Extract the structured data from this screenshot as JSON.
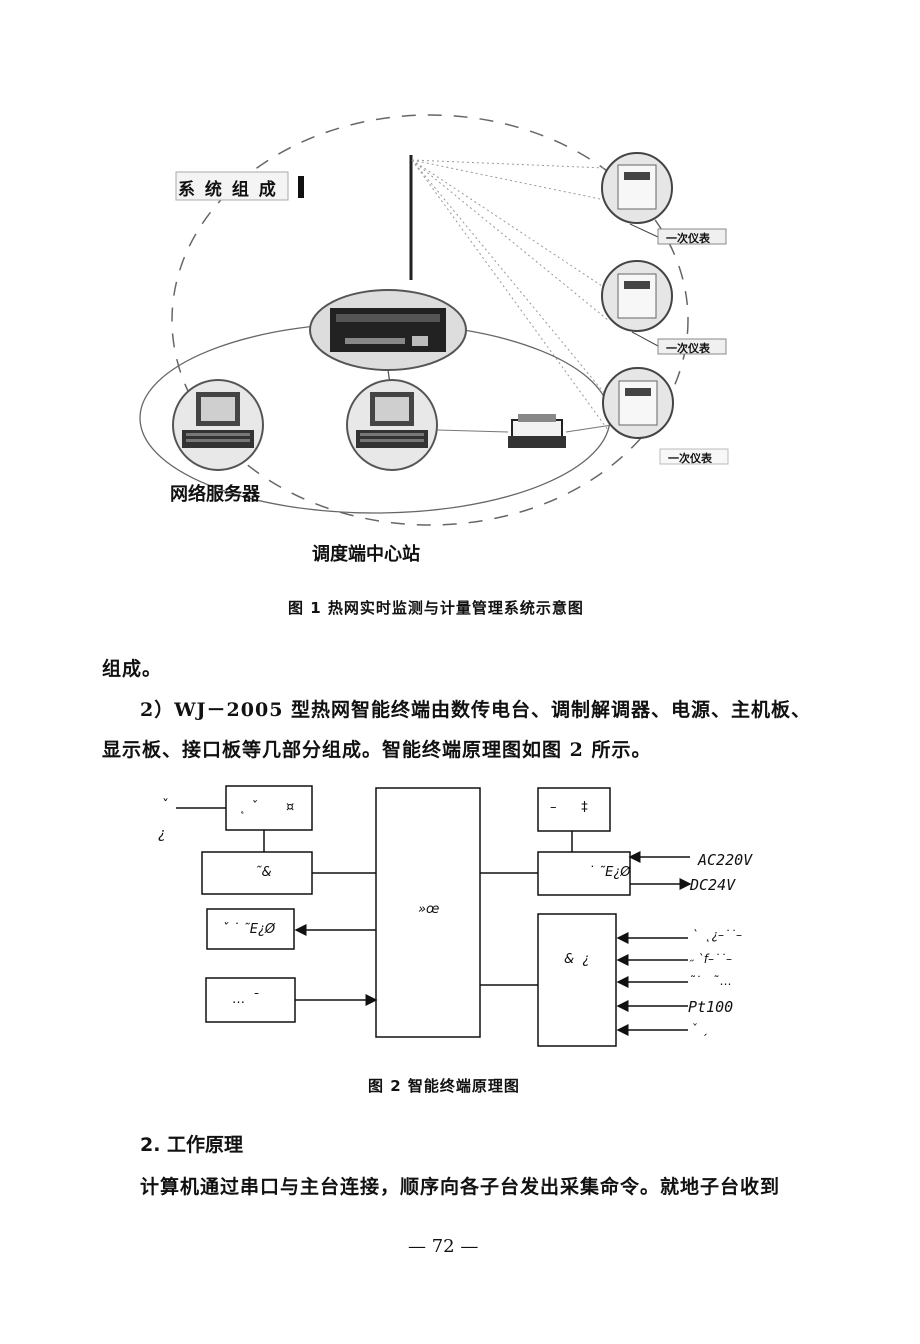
{
  "figure1": {
    "title_box": "系 统 组 成",
    "meter_label": "一次仪表",
    "server_label": "网络服务器",
    "center_label": "调度端中心站",
    "caption": "图 1   热网实时监测与计量管理系统示意图"
  },
  "text": {
    "line1": "组成。",
    "line2": "2）WJ－2005 型热网智能终端由数传电台、调制解调器、电源、主机板、",
    "line3": "显示板、接口板等几部分组成。智能终端原理图如图 2 所示。"
  },
  "figure2": {
    "glyphs": {
      "g_left1": "ˇ",
      "g_left2": "¿",
      "box1": "˛ ˇ       ¤",
      "box2": "˜&",
      "box3": "ˇ ˙ ˜E¿Ø",
      "box4": "…  ˉ",
      "cpu": "»œ",
      "right_top": "–      ‡",
      "power": "˙ ˜E¿Ø",
      "io": "&  ¿"
    },
    "inputs": {
      "ac": "AC220V",
      "dc": "DC24V",
      "in1": "ˋ  ˛¿–˙˙–",
      "in2": "˶ ˋf–˙˙–",
      "in3": "˜˙   ˜…",
      "pt": "Pt100",
      "in5": "ˇ ˏ"
    },
    "caption": "图 2   智能终端原理图"
  },
  "section": {
    "heading": "2. 工作原理",
    "paragraph": "计算机通过串口与主台连接，顺序向各子台发出采集命令。就地子台收到"
  },
  "page_number": "— 72 —"
}
